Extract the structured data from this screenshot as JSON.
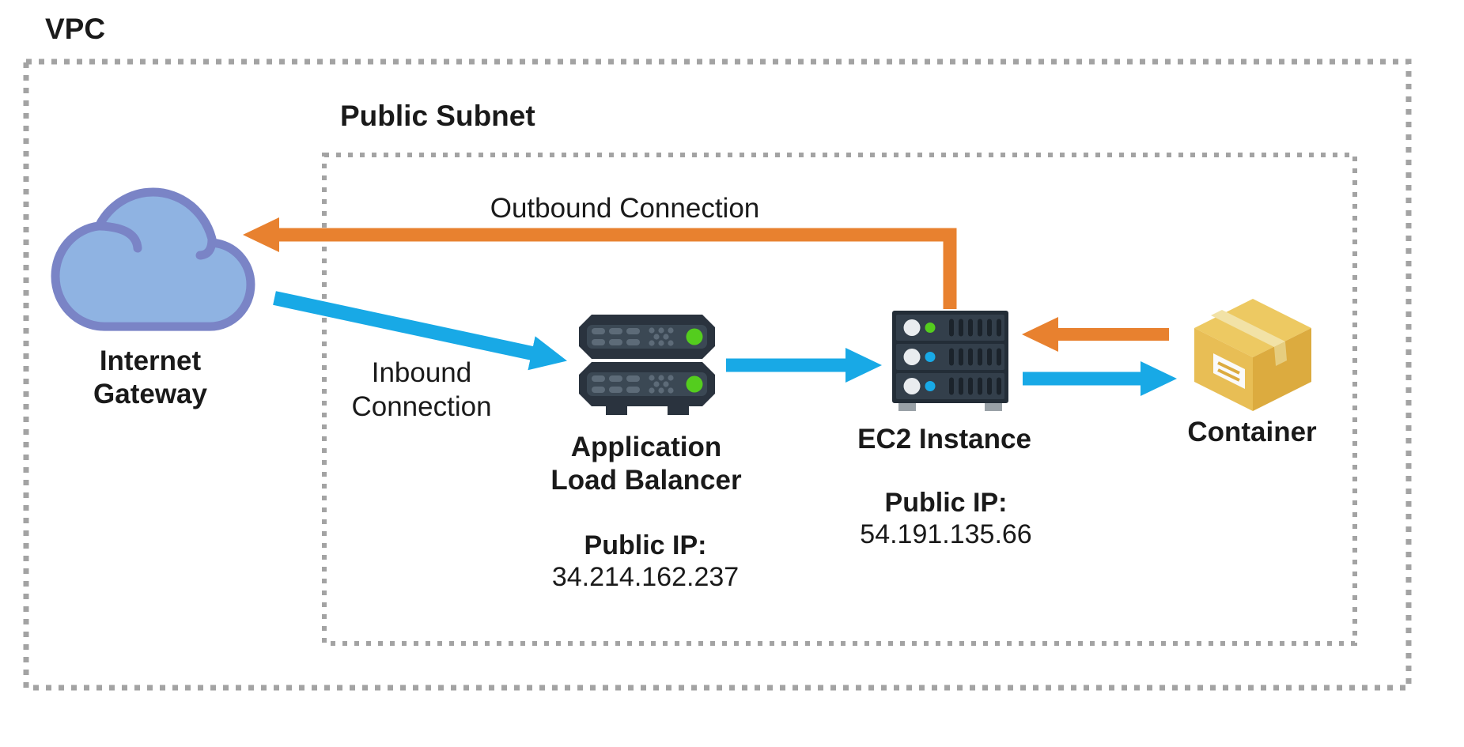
{
  "diagram": {
    "vpc_label": "VPC",
    "subnet_label": "Public Subnet",
    "connections": {
      "outbound_label": "Outbound Connection",
      "inbound_label_line1": "Inbound",
      "inbound_label_line2": "Connection"
    },
    "nodes": {
      "internet_gateway": {
        "label_line1": "Internet",
        "label_line2": "Gateway"
      },
      "alb": {
        "label_line1": "Application",
        "label_line2": "Load Balancer",
        "ip_title": "Public IP:",
        "ip": "34.214.162.237"
      },
      "ec2": {
        "label": "EC2 Instance",
        "ip_title": "Public IP:",
        "ip": "54.191.135.66"
      },
      "container": {
        "label": "Container"
      }
    },
    "colors": {
      "arrow_blue": "#18A9E6",
      "arrow_orange": "#E8812F",
      "border_gray": "#A3A3A3",
      "cloud_fill": "#8FB3E2",
      "cloud_stroke": "#7A84C6",
      "server_body": "#2A333E",
      "server_panel": "#3B4854",
      "led_green": "#54CD1E",
      "container_yellow": "#E8BE55"
    }
  }
}
